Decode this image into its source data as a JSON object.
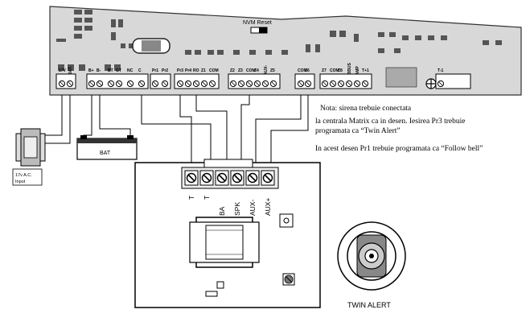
{
  "board": {
    "reset_label": "NVM Reset",
    "terminal_labels": [
      "17V",
      "+BAT-",
      "B+",
      "B-",
      "BT",
      "GT",
      "NC",
      "C",
      "Pr1",
      "Pr2",
      "Pr3",
      "Pr4",
      "RO",
      "Z1",
      "COM",
      "Z2",
      "Z3",
      "COM",
      "Z4",
      "+AUX-",
      "Z5",
      "COM",
      "Z6",
      "Z7",
      "COM",
      "Z8",
      "KBBUS",
      "TAMP",
      "T+1",
      "T-1"
    ]
  },
  "transformer": {
    "label_line1": "17v A.C.",
    "label_line2": "Input"
  },
  "battery": {
    "label": "BAT"
  },
  "siren_board": {
    "terminal_labels": [
      "T",
      "T",
      "BA",
      "SPK",
      "AUX-",
      "AUX+"
    ]
  },
  "twin_alert": {
    "label": "TWIN ALERT"
  },
  "notes": {
    "line1": "Nota: sirena trebuie conectata",
    "line2": "la centrala Matrix ca in desen. Iesirea Pr3 trebuie",
    "line3": "programata ca “Twin Alert”",
    "line4": "In acest desen Pr1 trebuie programata ca “Follow bell”"
  }
}
